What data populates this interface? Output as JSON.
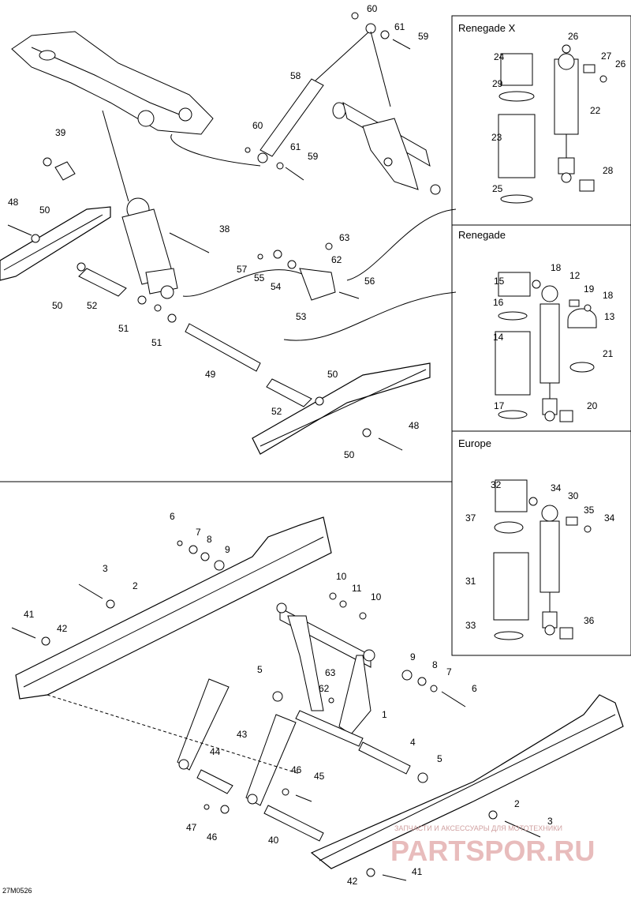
{
  "panels": {
    "renegade_x": "Renegade X",
    "renegade": "Renegade",
    "europe": "Europe"
  },
  "figure_code": "27M0526",
  "watermark": {
    "line1": "ЗАПЧАСТИ И АКСЕССУАРЫ ДЛЯ МОТОТЕХНИКИ",
    "line2": "PARTSPOR.RU"
  },
  "labels": {
    "l60a": "60",
    "l61a": "61",
    "l59a": "59",
    "l58": "58",
    "l60b": "60",
    "l61b": "61",
    "l59b": "59",
    "l39": "39",
    "l48a": "48",
    "l50a": "50",
    "l38": "38",
    "l57": "57",
    "l55": "55",
    "l54": "54",
    "l63a": "63",
    "l62a": "62",
    "l56": "56",
    "l50b": "50",
    "l52a": "52",
    "l51a": "51",
    "l51b": "51",
    "l53": "53",
    "l49": "49",
    "l50c": "50",
    "l52b": "52",
    "l48b": "48",
    "l50d": "50",
    "l26a": "26",
    "l24": "24",
    "l27": "27",
    "l26b": "26",
    "l29": "29",
    "l22": "22",
    "l23": "23",
    "l28": "28",
    "l25": "25",
    "l18a": "18",
    "l12": "12",
    "l15": "15",
    "l19": "19",
    "l18b": "18",
    "l16": "16",
    "l13": "13",
    "l14": "14",
    "l21": "21",
    "l17": "17",
    "l20": "20",
    "l32": "32",
    "l34a": "34",
    "l30": "30",
    "l35": "35",
    "l34b": "34",
    "l37": "37",
    "l31": "31",
    "l33": "33",
    "l36": "36",
    "l6a": "6",
    "l7a": "7",
    "l8a": "8",
    "l9a": "9",
    "l3a": "3",
    "l2a": "2",
    "l10a": "10",
    "l11": "11",
    "l10b": "10",
    "l41a": "41",
    "l42a": "42",
    "l5a": "5",
    "l63b": "63",
    "l62b": "62",
    "l9b": "9",
    "l8b": "8",
    "l7b": "7",
    "l6b": "6",
    "l1": "1",
    "l43": "43",
    "l4": "4",
    "l5b": "5",
    "l44": "44",
    "l46a": "46",
    "l45": "45",
    "l47": "47",
    "l46b": "46",
    "l40": "40",
    "l2b": "2",
    "l3b": "3",
    "l42b": "42",
    "l41b": "41"
  }
}
